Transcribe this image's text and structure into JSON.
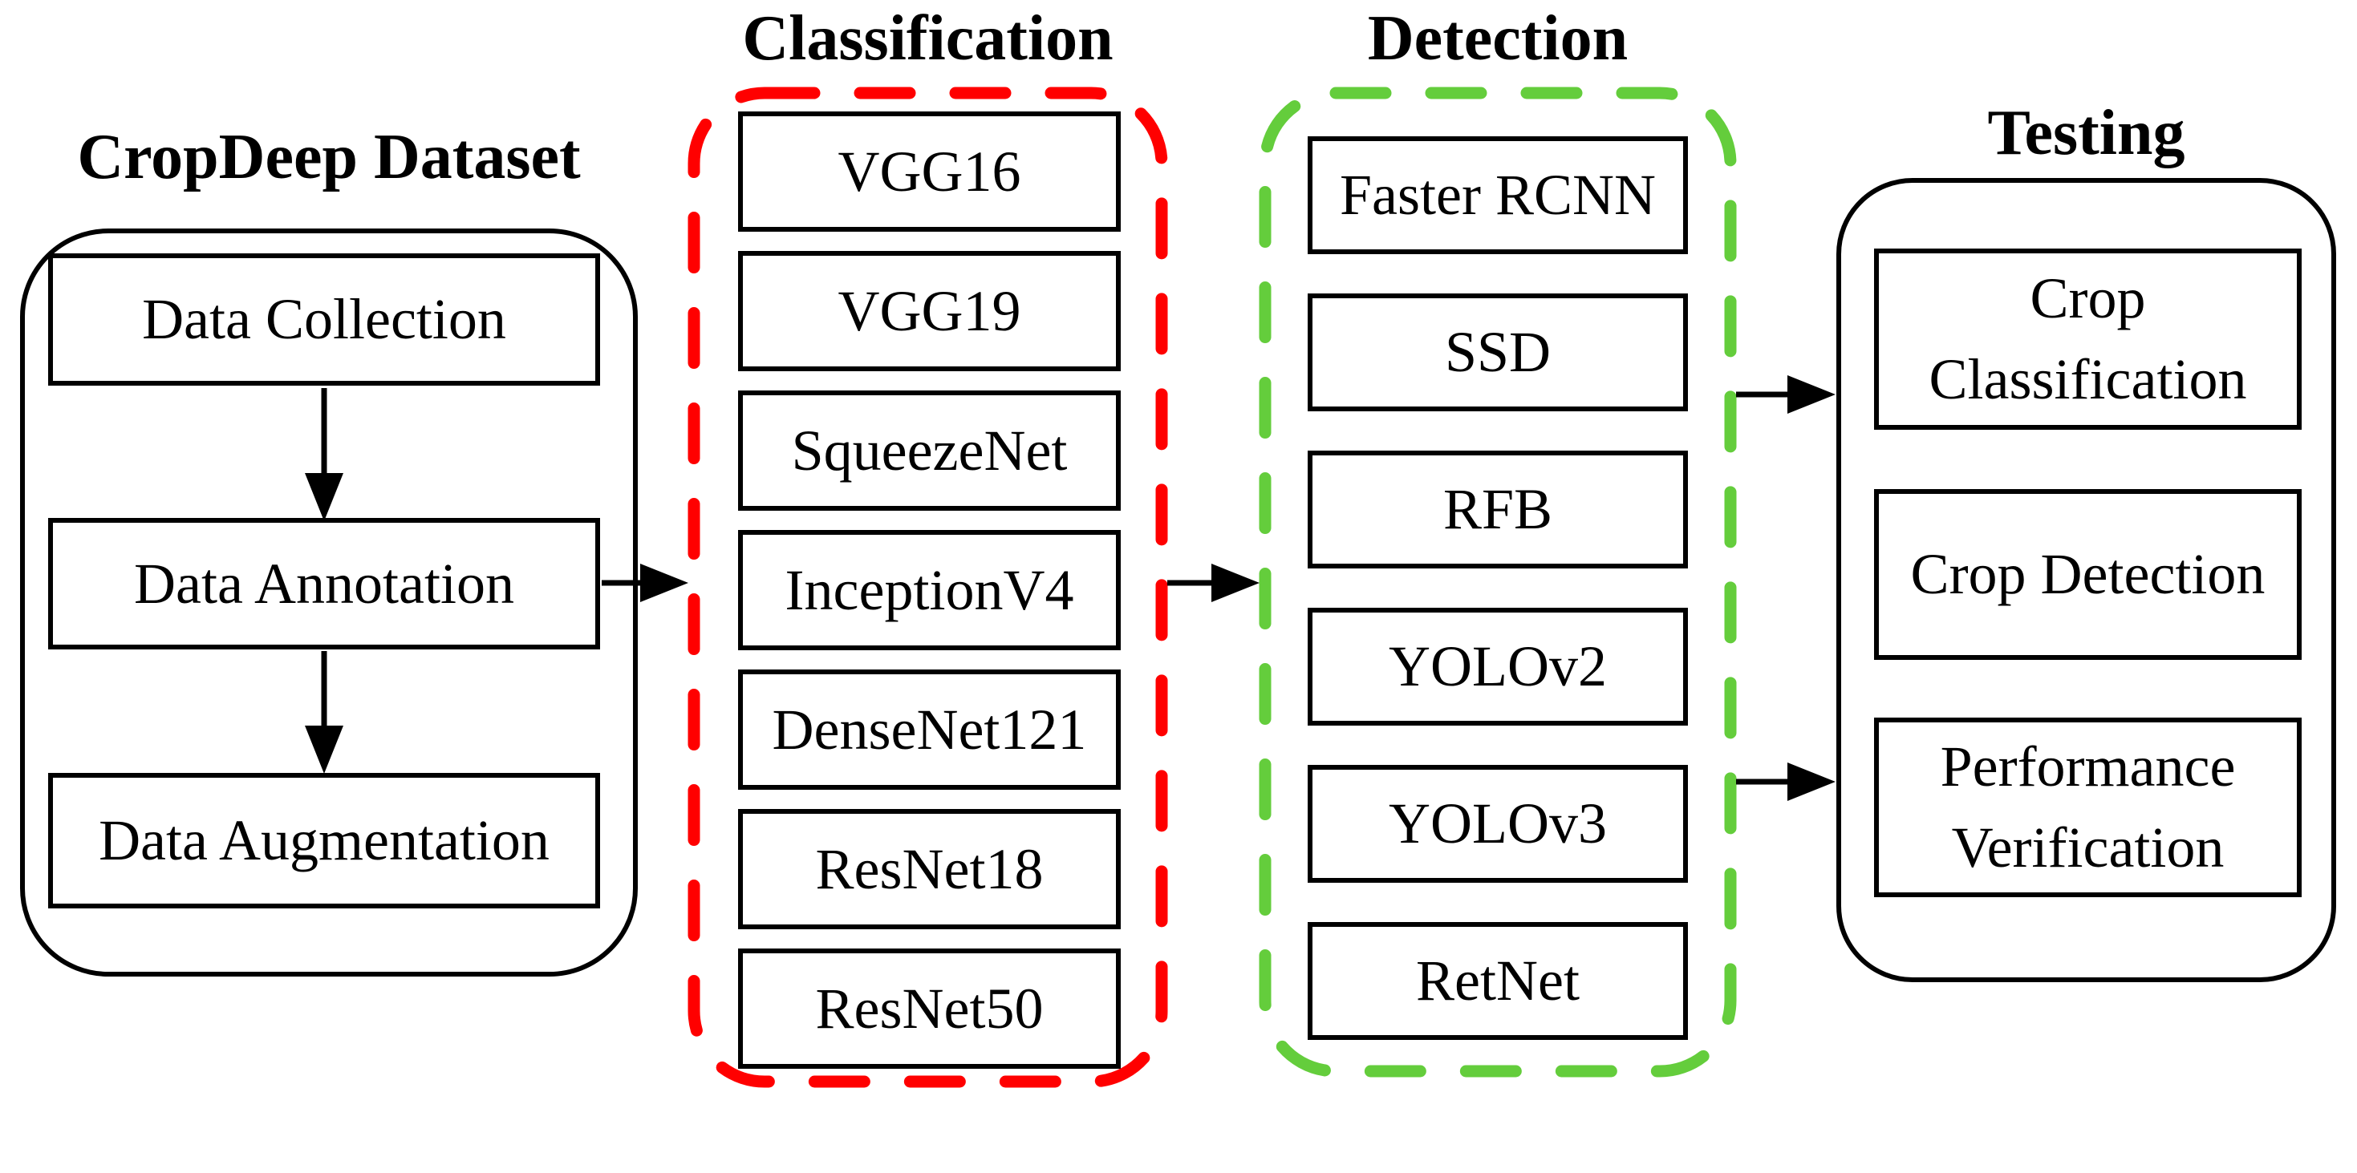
{
  "figure": {
    "dataset_panel": {
      "title": "CropDeep Dataset",
      "steps": [
        "Data Collection",
        "Data Annotation",
        "Data Augmentation"
      ]
    },
    "classification_group": {
      "title": "Classification",
      "border_color": "#ff0000",
      "models": [
        "VGG16",
        "VGG19",
        "SqueezeNet",
        "InceptionV4",
        "DenseNet121",
        "ResNet18",
        "ResNet50"
      ]
    },
    "detection_group": {
      "title": "Detection",
      "border_color": "#64cd3c",
      "models": [
        "Faster RCNN",
        "SSD",
        "RFB",
        "YOLOv2",
        "YOLOv3",
        "RetNet"
      ]
    },
    "testing_panel": {
      "title": "Testing",
      "outputs": [
        "Crop Classification",
        "Crop Detection",
        "Performance Verification"
      ]
    },
    "flow": {
      "arrow_color": "#000000"
    }
  }
}
